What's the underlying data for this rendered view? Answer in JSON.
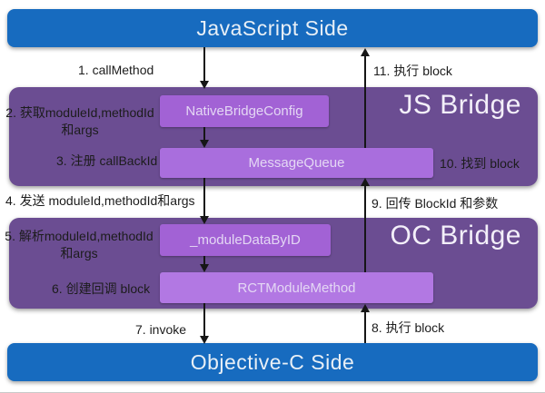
{
  "title_bars": {
    "top": "JavaScript Side",
    "bottom": "Objective-C Side"
  },
  "bridges": {
    "js": {
      "title": "JS Bridge"
    },
    "oc": {
      "title": "OC Bridge"
    }
  },
  "modules": {
    "native_bridge_config": "NativeBridgeConfig",
    "message_queue": "MessageQueue",
    "module_data_by_id": "_moduleDataByID",
    "rct_module_method": "RCTModuleMethod"
  },
  "steps": {
    "s1": "1. callMethod",
    "s2_line1": "2. 获取moduleId,methodId",
    "s2_line2": "和args",
    "s3": "3. 注册 callBackId",
    "s4": "4. 发送 moduleId,methodId和args",
    "s5_line1": "5. 解析moduleId,methodId",
    "s5_line2": "和args",
    "s6": "6. 创建回调 block",
    "s7": "7. invoke",
    "s8": "8. 执行 block",
    "s9": "9. 回传 BlockId 和参数",
    "s10": "10. 找到 block",
    "s11": "11. 执行 block"
  },
  "colors": {
    "bar_blue": "#176bbf",
    "bridge_purple": "#6b4d92",
    "module_a": "#a262d5",
    "module_b": "#a96edd",
    "module_c": "#b278e3",
    "arrow_black": "#161616"
  }
}
